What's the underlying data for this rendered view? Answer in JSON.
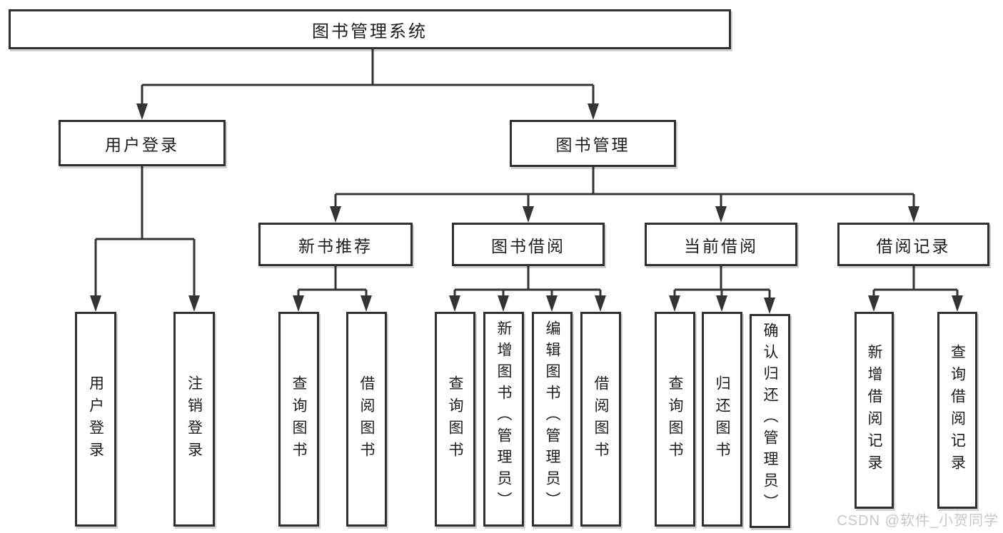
{
  "diagram": {
    "type": "tree",
    "root": {
      "label": "图书管理系统"
    },
    "level2": [
      {
        "label": "用户登录"
      },
      {
        "label": "图书管理"
      }
    ],
    "level3": [
      {
        "label": "新书推荐"
      },
      {
        "label": "图书借阅"
      },
      {
        "label": "当前借阅"
      },
      {
        "label": "借阅记录"
      }
    ],
    "leaves": {
      "user_login": [
        "用户登录",
        "注销登录"
      ],
      "new_book_recommend": [
        "查询图书",
        "借阅图书"
      ],
      "book_borrow": [
        "查询图书",
        "新增图书（管理员）",
        "编辑图书（管理员）",
        "借阅图书"
      ],
      "current_borrow": [
        "查询图书",
        "归还图书",
        "确认归还（管理员）"
      ],
      "borrow_records": [
        "新增借阅记录",
        "查询借阅记录"
      ]
    }
  },
  "watermark": {
    "text": "CSDN @软件_小贺同学"
  },
  "colors": {
    "line": "#343434",
    "box_border": "#2f2f2f",
    "text": "#1c1c1c",
    "background": "#ffffff",
    "watermark": "#c8c8c8"
  }
}
